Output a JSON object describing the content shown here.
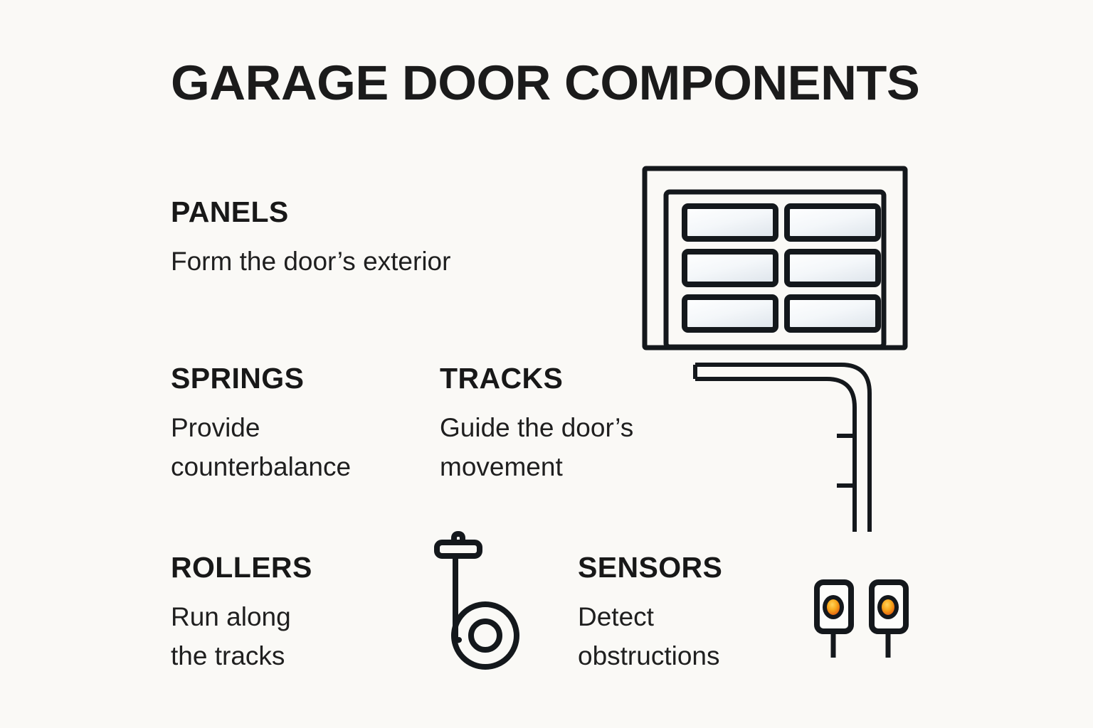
{
  "page": {
    "title": "GARAGE DOOR COMPONENTS",
    "background_color": "#faf9f6",
    "ink_color": "#1a1a1a",
    "accent_color": "#f5a623"
  },
  "components": [
    {
      "id": "panels",
      "heading": "PANELS",
      "description": "Form the door’s exterior",
      "icon": "garage-door-icon"
    },
    {
      "id": "springs",
      "heading": "SPRINGS",
      "description": "Provide\ncounterbalance",
      "icon": "none"
    },
    {
      "id": "tracks",
      "heading": "TRACKS",
      "description": "Guide the door’s\nmovement",
      "icon": "track-rail-icon"
    },
    {
      "id": "rollers",
      "heading": "ROLLERS",
      "description": "Run along\nthe tracks",
      "icon": "roller-wheel-icon"
    },
    {
      "id": "sensors",
      "heading": "SENSORS",
      "description": "Detect\nobstructions",
      "icon": "safety-sensor-icon"
    }
  ],
  "illustrations": {
    "door": {
      "name": "garage-door-illustration",
      "panel_rows": 3,
      "panel_columns": 2,
      "panel_count": 6,
      "panel_fill_from": "#ffffff",
      "panel_fill_to": "#e4e9ee",
      "stroke_color": "#14181c"
    },
    "track": {
      "name": "track-rail-illustration",
      "rail_count": 2,
      "bracket_count": 2,
      "stroke_color": "#14181c"
    },
    "roller": {
      "name": "roller-wheel-illustration",
      "wheel_count": 1,
      "stroke_color": "#14181c"
    },
    "sensors": {
      "name": "safety-sensor-illustration",
      "sensor_count": 2,
      "led_color_from": "#f9c23c",
      "led_color_to": "#e0530f",
      "stroke_color": "#14181c"
    }
  }
}
